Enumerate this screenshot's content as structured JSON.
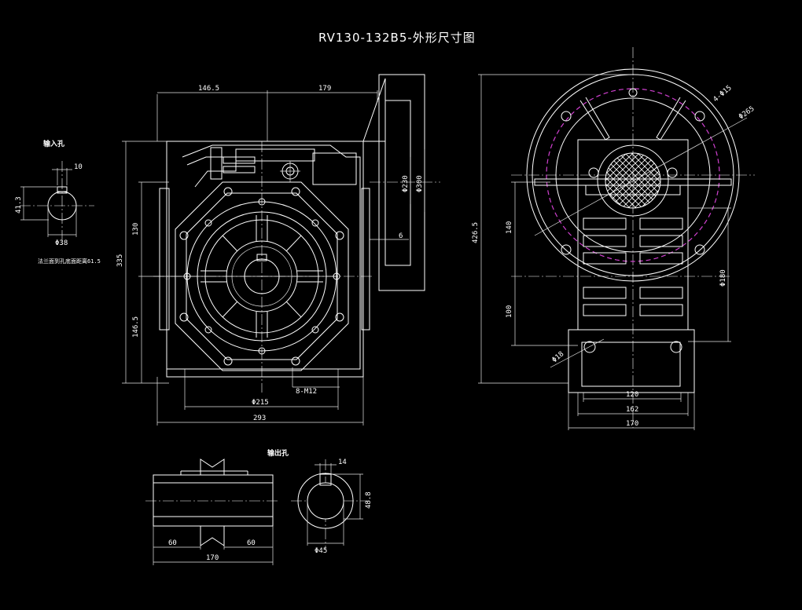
{
  "title": "RV130-132B5-外形尺寸图",
  "colors": {
    "background": "#000000",
    "lines": "#ffffff",
    "pitch_circle": "#d040d0"
  },
  "input_hole": {
    "label": "输入孔",
    "keyway_width": "10",
    "key_depth": "41.3",
    "diameter": "Φ38",
    "note": "法兰面到孔底面距离61.5"
  },
  "front_view": {
    "dim_left_half": "146.5",
    "dim_right_flange": "179",
    "dim_total_height": "335",
    "dim_upper_height": "130",
    "dim_lower_height": "146.5",
    "dim_flange_d1": "Φ230",
    "dim_flange_d2": "Φ300",
    "dim_flange_thickness": "6",
    "dim_bolt_circle": "Φ215",
    "dim_threaded_holes": "8-M12",
    "dim_total_width": "293"
  },
  "side_view": {
    "dim_holes": "4-Φ15",
    "dim_flange_outer": "Φ265",
    "dim_total_height": "426.5",
    "dim_upper": "140",
    "dim_lower": "100",
    "dim_pilot": "Φ180",
    "dim_foot_hole": "Φ18",
    "dim_width_1": "120",
    "dim_width_2": "162",
    "dim_width_3": "170"
  },
  "output_hole": {
    "label": "输出孔",
    "dim_left": "60",
    "dim_right": "60",
    "dim_total": "170",
    "keyway_width": "14",
    "key_depth": "48.8",
    "diameter": "Φ45"
  }
}
